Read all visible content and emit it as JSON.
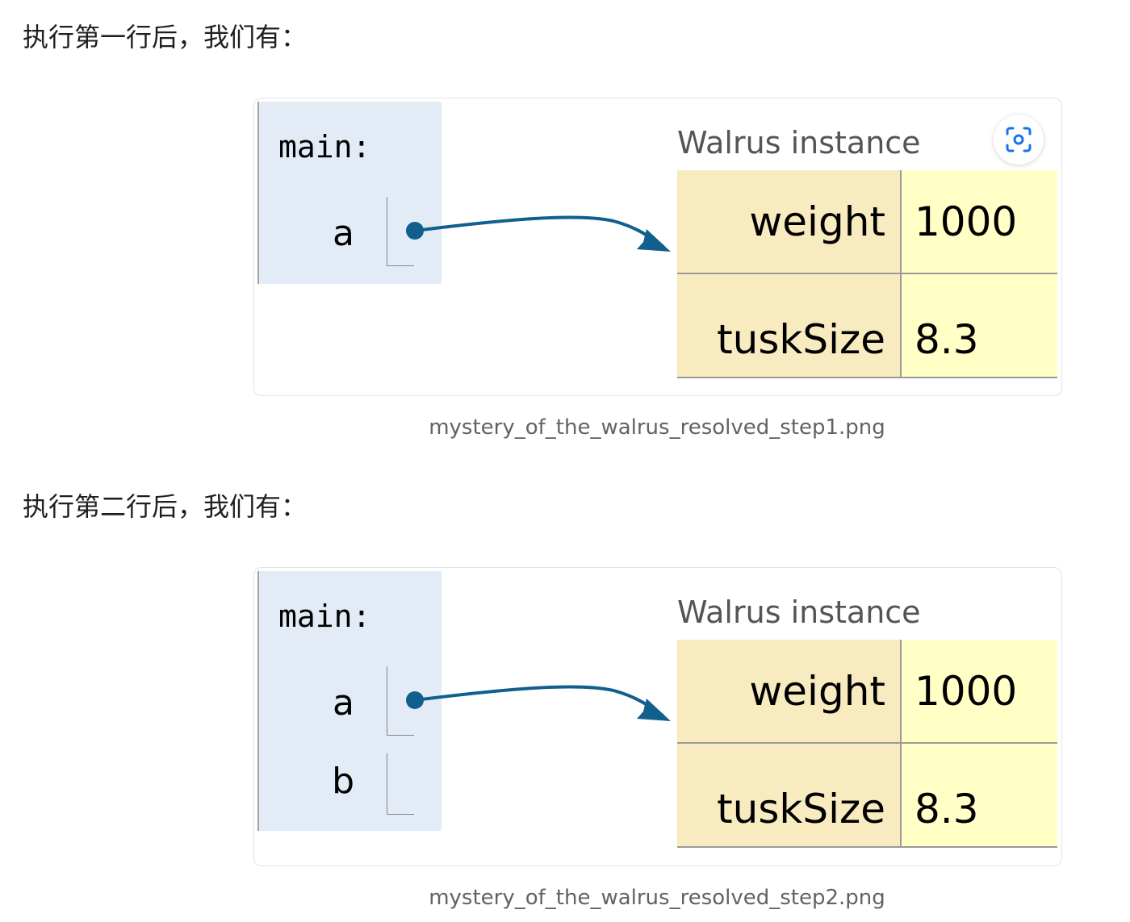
{
  "paragraphs": {
    "step1_intro": "执行第一行后，我们有：",
    "step2_intro": "执行第二行后，我们有："
  },
  "figures": [
    {
      "frame_title": "main:",
      "variables": [
        {
          "name": "a",
          "points_to": "Walrus instance"
        }
      ],
      "instance_label": "Walrus instance",
      "fields": [
        {
          "key": "weight",
          "value": "1000"
        },
        {
          "key": "tuskSize",
          "value": "8.3"
        }
      ],
      "caption": "mystery_of_the_walrus_resolved_step1.png",
      "zoom_icon": "scan-zoom-icon"
    },
    {
      "frame_title": "main:",
      "variables": [
        {
          "name": "a",
          "points_to": "Walrus instance"
        },
        {
          "name": "b",
          "points_to": ""
        }
      ],
      "instance_label": "Walrus instance",
      "fields": [
        {
          "key": "weight",
          "value": "1000"
        },
        {
          "key": "tuskSize",
          "value": "8.3"
        }
      ],
      "caption": "mystery_of_the_walrus_resolved_step2.png"
    }
  ],
  "colors": {
    "frame_bg": "#e2ebf6",
    "key_bg": "#f8ebbf",
    "value_bg": "#ffffc6",
    "arrow": "#115f8c",
    "zoom_icon": "#1a73e8"
  }
}
